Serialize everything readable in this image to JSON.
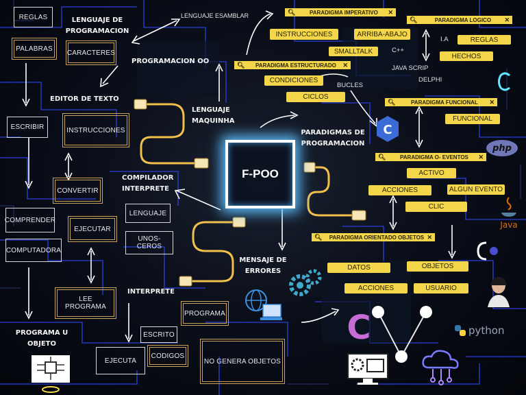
{
  "center": {
    "label": "F-POO"
  },
  "left": {
    "reglas": "REGLAS",
    "palabras": "PALABRAS",
    "caracteres": "CARACTERES",
    "escribir": "ESCRIBIR",
    "instrucciones": "INSTRUCCIONES",
    "convertir": "CONVERTIR",
    "comprender": "COMPRENDER",
    "ejecutar": "EJECUTAR",
    "computadora": "COMPUTADORA",
    "lenguaje": "LENGUAJE",
    "unos_ceros": "UNOS-CEROS",
    "lee_programa": "LEE PROGRAMA",
    "programa": "PROGRAMA",
    "escrito": "ESCRITO",
    "ejecuta": "EJECUTA",
    "codigos": "CODIGOS",
    "no_genera": "NO GENERA OBJETOS"
  },
  "headings": {
    "lenguaje_programacion_1": "LENGUAJE DE",
    "lenguaje_programacion_2": "PROGRAMACION",
    "lenguaje_ensamblar": "LENGUAJE ESAMBLAR",
    "programacion_oo": "PROGRAMACION OO",
    "editor_texto": "EDITOR DE TEXTO",
    "lenguaje_maquinha": "LENGUAJE MAQUINHA",
    "compilador_1": "COMPILADOR",
    "compilador_2": "INTERPRETE",
    "paradigmas_1": "PARADIGMAS DE",
    "paradigmas_2": "PROGRAMACION",
    "mensaje_1": "MENSAJE DE",
    "mensaje_2": "ERRORES",
    "interprete": "INTERPRETE",
    "programa_objeto_1": "PROGRAMA U",
    "programa_objeto_2": "OBJETO"
  },
  "paradigms": {
    "imperativo": "PARADIGMA IMPERATIVO",
    "logico": "PARADIGMA LOGICO",
    "estructurado": "PARADIGMA ESTRUCTURADO",
    "funcional": "PARADIGMA FUNCIONAL",
    "eventos": "PARADIGMA O- EVENTOS",
    "objetos": "PARADIGMA  ORIENTADO OBJETOS"
  },
  "pills": {
    "instrucciones": "INSTRUCCIONES",
    "arriba_abajo": "ARRIBA-ABAJO",
    "smalltalk": "SMALLTALK",
    "reglas": "REGLAS",
    "hechos": "HECHOS",
    "condiciones": "CONDICIONES",
    "ciclos": "CICLOS",
    "funcional": "FUNCIONAL",
    "activo": "ACTIVO",
    "acciones_ev": "ACCIONES",
    "algun_evento": "ALGUN EVENTO",
    "clic": "CLIC",
    "datos": "DATOS",
    "objetos": "OBJETOS",
    "acciones_obj": "ACCIONES",
    "usuario": "USUARIO"
  },
  "plain": {
    "cpp": "C++",
    "ia": "I.A",
    "java_scrip": "JAVA SCRIP",
    "delphi": "DELPHI",
    "bucles": "BUCLES"
  },
  "logos": {
    "php": "php",
    "java": "Java",
    "python": "python",
    "c_letter": "C"
  },
  "colors": {
    "accent_yellow": "#f4d64a",
    "gold_border": "#c9a45a",
    "glow_blue": "#5fc0ff",
    "background": "#05070f"
  }
}
